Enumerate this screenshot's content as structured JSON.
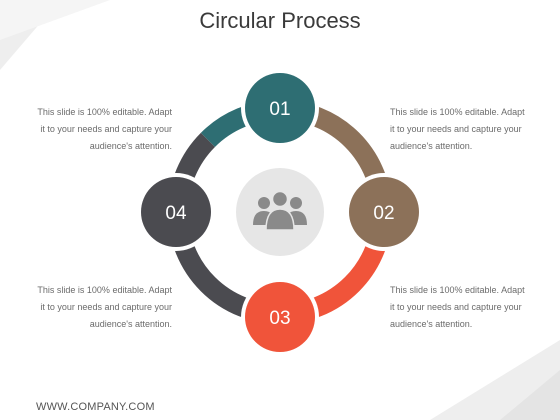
{
  "slide": {
    "title": "Circular Process",
    "footer": "WWW.COMPANY.COM"
  },
  "colors": {
    "step1": "#2e6e73",
    "step2": "#8c7159",
    "step3": "#f0543a",
    "step4": "#4b4b50",
    "center": "#e6e6e6",
    "people_icon": "#8a8a8a"
  },
  "steps": [
    {
      "number": "01"
    },
    {
      "number": "02"
    },
    {
      "number": "03"
    },
    {
      "number": "04"
    }
  ],
  "center_icon": "people-group-icon",
  "descriptions": {
    "top_left": [
      "This slide is 100% editable. Adapt",
      "it to your needs and capture your",
      "audience's attention."
    ],
    "top_right": [
      "This slide is 100% editable. Adapt",
      "it to your needs and capture your",
      "audience's attention."
    ],
    "bottom_left": [
      "This slide is 100% editable. Adapt",
      "it to your needs and capture your",
      "audience's attention."
    ],
    "bottom_right": [
      "This slide is 100% editable. Adapt",
      "it to your needs and capture your",
      "audience's attention."
    ]
  }
}
